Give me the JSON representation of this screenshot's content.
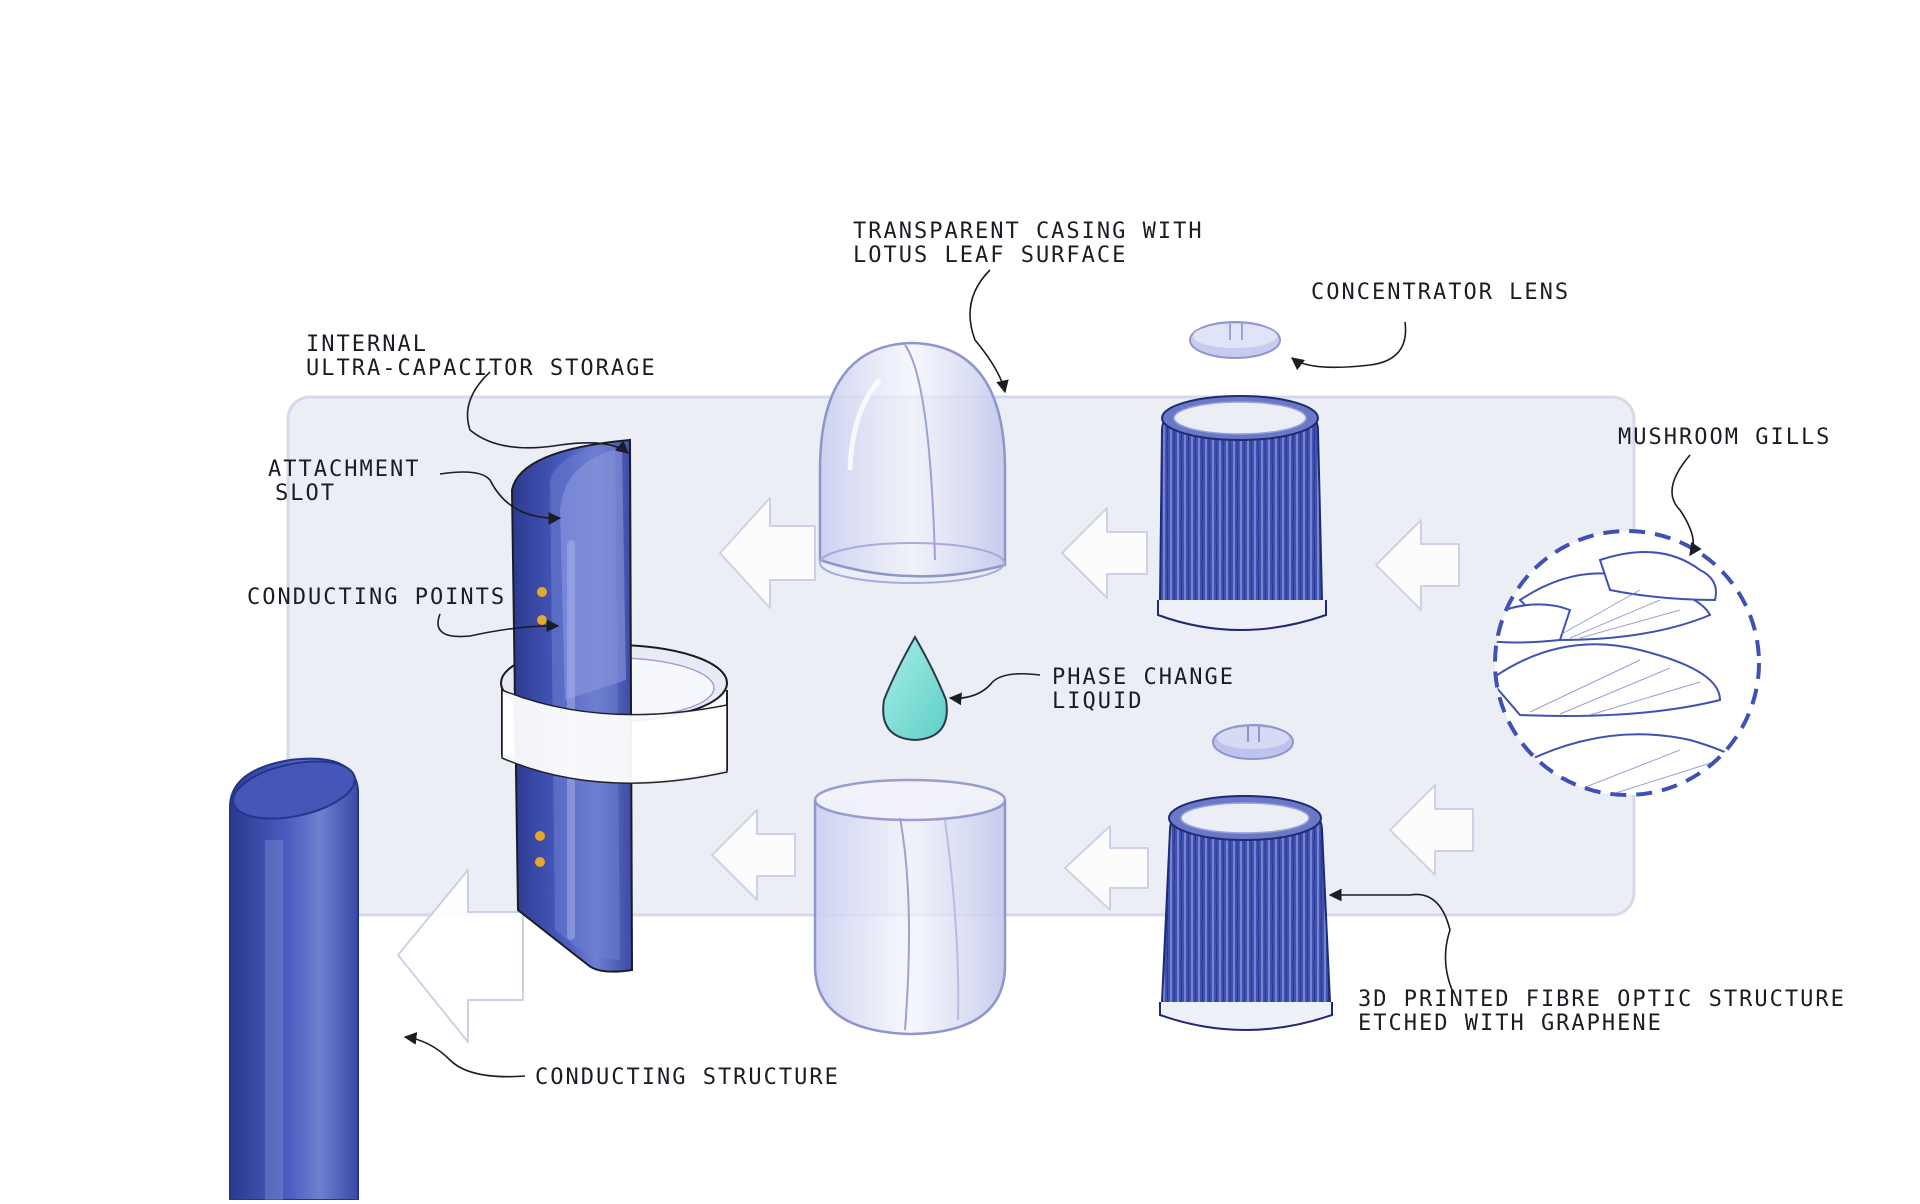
{
  "labels": {
    "transparent_casing": [
      "TRANSPARENT CASING WITH",
      "LOTUS LEAF SURFACE"
    ],
    "concentrator_lens": [
      "CONCENTRATOR LENS"
    ],
    "internal_storage": [
      "INTERNAL",
      "ULTRA-CAPACITOR STORAGE"
    ],
    "attachment_slot": [
      "ATTACHMENT",
      "SLOT"
    ],
    "conducting_points": [
      "CONDUCTING POINTS"
    ],
    "mushroom_gills": [
      "MUSHROOM GILLS"
    ],
    "phase_change_liquid": [
      "PHASE CHANGE",
      "LIQUID"
    ],
    "fibre_optic_structure": [
      "3D PRINTED FIBRE OPTIC STRUCTURE",
      "ETCHED WITH GRAPHENE"
    ],
    "conducting_structure": [
      "CONDUCTING STRUCTURE"
    ]
  },
  "colors": {
    "blue": "#3f51b5",
    "blue_dark": "#2b3a8f",
    "blue_light": "#7b88cf",
    "panel": "#eceef6",
    "glass": "#dfe2f3",
    "liquid": "#7fdcd6",
    "gold": "#e2a92b",
    "ink": "#1c1c24"
  },
  "icons": [
    "arrow-left-icon",
    "droplet-icon",
    "mushroom-gills-icon"
  ]
}
